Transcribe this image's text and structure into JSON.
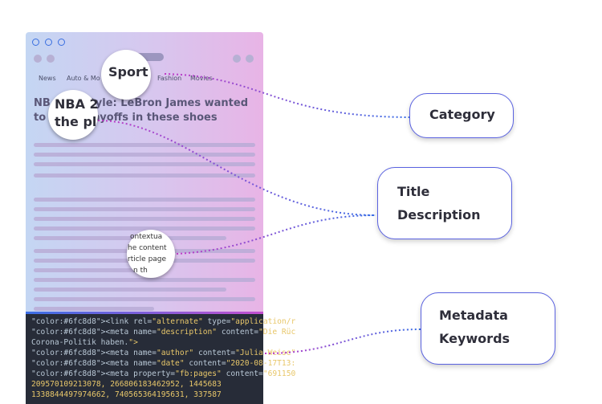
{
  "browser": {
    "nav_items": [
      "News",
      "Auto & Mo",
      "Fashion",
      "Movies"
    ],
    "headline_line1": "NB           tyle: LeBron James wanted",
    "headline_line2": "to            layoffs in these shoes"
  },
  "magnifiers": {
    "category_text": "Sport",
    "title_line1": "NBA 2",
    "title_line2": "the pl",
    "content_lines": [
      "ontextua",
      "he content",
      "rticle page",
      "n th"
    ]
  },
  "code_lines": [
    "<link rel=\"alternate\" type=\"application/r",
    "<meta name=\"description\" content=\"Die Rüc",
    "Corona-Politik haben.\">",
    "<meta name=\"author\" content=\"Julia Weise\"",
    "<meta name=\"date\" content=\"2020-08-17T13:",
    "<meta property=\"fb:pages\" content=\"691150",
    "209570109213078, 266806183462952, 1445683",
    "1338844497974662, 740565364195631, 337587"
  ],
  "callouts": {
    "category": [
      "Category"
    ],
    "title_description": [
      "Title",
      "Description"
    ],
    "metadata_keywords": [
      "Metadata",
      "Keywords"
    ]
  },
  "colors": {
    "line_start": "#c03bc6",
    "line_end": "#3b6fe6",
    "code_bg": "#272c38"
  }
}
